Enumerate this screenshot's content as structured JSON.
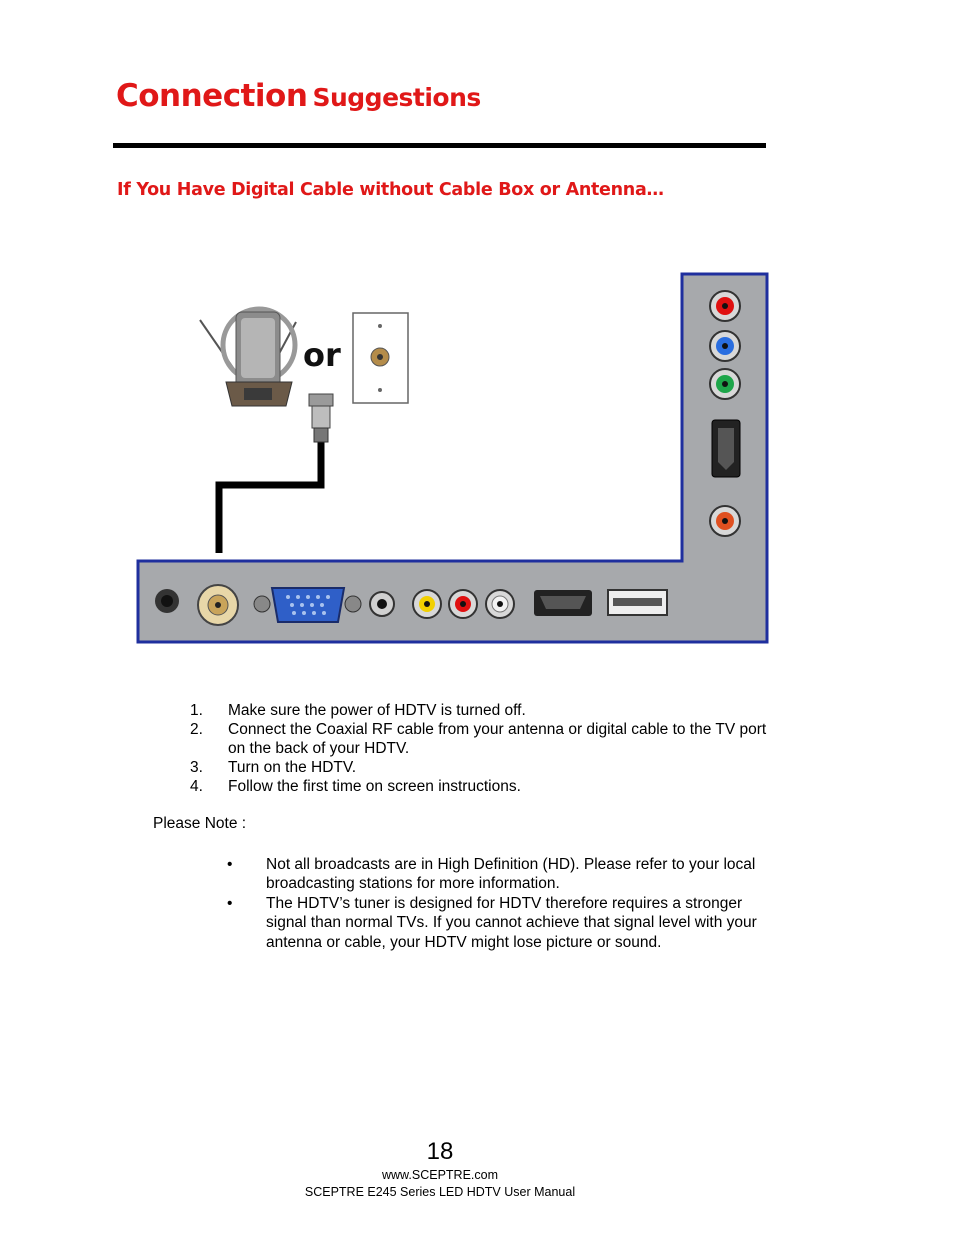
{
  "header": {
    "title_main": "Connection",
    "title_rest": "Suggestions",
    "subtitle": "If You Have Digital Cable without Cable Box or Antenna…"
  },
  "diagram": {
    "or_label": "or",
    "panel_color": "#a7a9ac",
    "panel_border": "#1f2f9e"
  },
  "steps": [
    {
      "num": "1.",
      "text": "Make sure the power of HDTV is turned off."
    },
    {
      "num": "2.",
      "text": "Connect the Coaxial RF cable from your antenna or digital cable to the TV port on the back of your HDTV."
    },
    {
      "num": "3.",
      "text": "Turn on the HDTV."
    },
    {
      "num": "4.",
      "text": "Follow the first time on screen instructions."
    }
  ],
  "note": {
    "label": "Please Note :",
    "bullets": [
      {
        "mark": "•",
        "text": "Not all broadcasts are in High Definition (HD).  Please refer to your local broadcasting stations for more information."
      },
      {
        "mark": "•",
        "text": "The HDTV’s tuner is designed for HDTV therefore requires a stronger signal than normal TVs.  If you cannot achieve that signal level with your antenna or cable, your HDTV might lose picture or sound."
      }
    ]
  },
  "footer": {
    "page_number": "18",
    "website": "www.SCEPTRE.com",
    "manual": "SCEPTRE E245 Series LED HDTV User Manual"
  }
}
